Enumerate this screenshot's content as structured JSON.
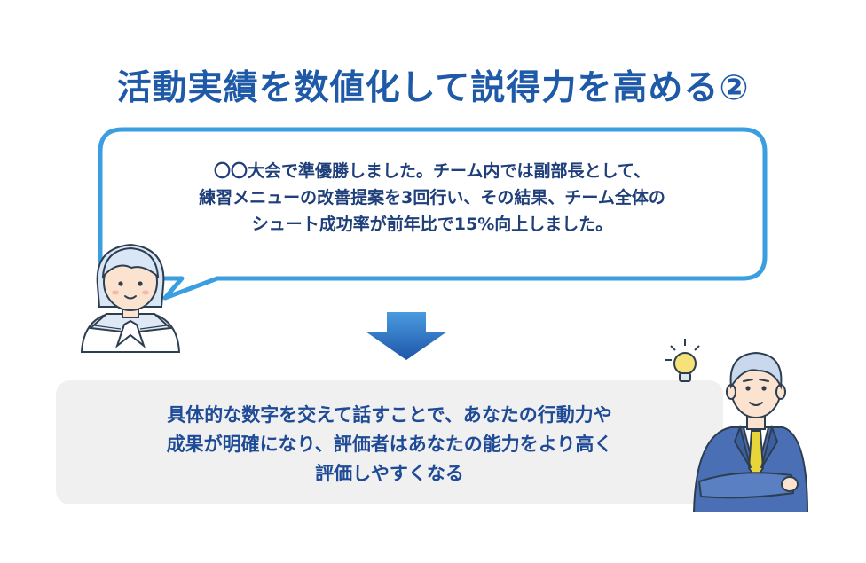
{
  "title": "活動実績を数値化して説得力を高める②",
  "speech": {
    "lines": [
      "〇〇大会で準優勝しました。チーム内では副部長として、",
      "練習メニューの改善提案を3回行い、その結果、チーム全体の",
      "シュート成功率が前年比で15%向上しました。"
    ]
  },
  "result": {
    "lines": [
      "具体的な数字を交えて話すことで、あなたの行動力や",
      "成果が明確になり、評価者はあなたの能力をより高く",
      "評価しやすくなる"
    ]
  },
  "colors": {
    "title": "#1e5aa8",
    "bubble_border": "#3a9ee0",
    "arrow": "#1e63b5",
    "grey_box": "#f0f0f0",
    "suit": "#4a6fb5",
    "tie": "#e8d53a"
  },
  "icons": [
    "student-girl-illustration",
    "businessman-illustration",
    "lightbulb-icon",
    "down-arrow-icon"
  ]
}
